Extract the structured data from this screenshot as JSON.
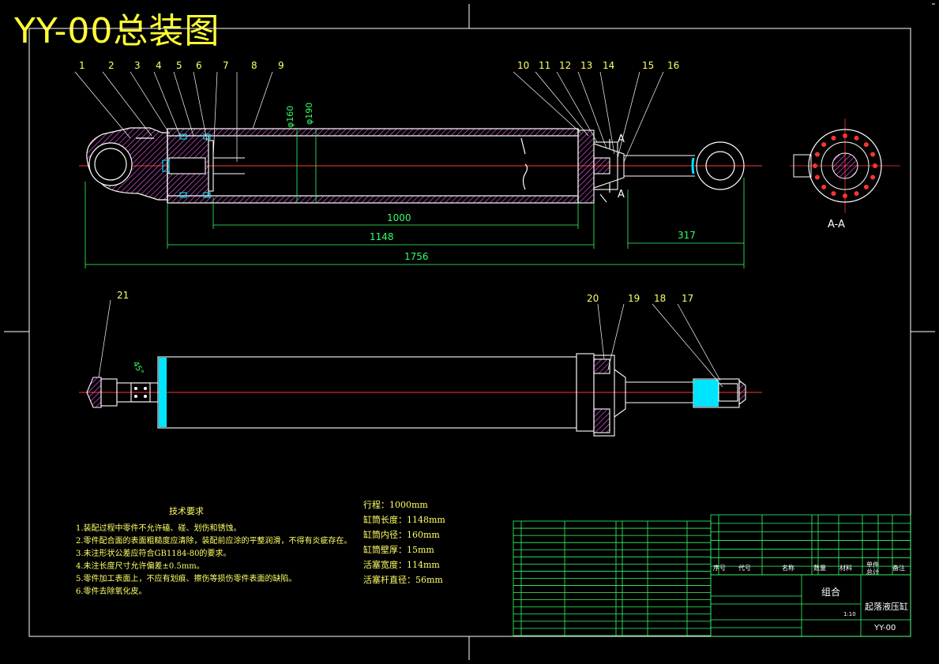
{
  "title": "YY-00总装图",
  "callouts_top": [
    "1",
    "2",
    "3",
    "4",
    "5",
    "6",
    "7",
    "8",
    "9",
    "10",
    "11",
    "12",
    "13",
    "14",
    "15",
    "16"
  ],
  "callouts_bottom": [
    "21",
    "20",
    "19",
    "18",
    "17"
  ],
  "dimensions": {
    "d_inner": "φ160",
    "d_outer": "φ190",
    "stroke": "1000",
    "barrel": "1148",
    "rod_ext": "317",
    "overall": "1756",
    "angle": "45°"
  },
  "section": {
    "marker": "A",
    "label": "A-A"
  },
  "tech_requirements": {
    "heading": "技术要求",
    "items": [
      "1.装配过程中零件不允许磕、碰、划伤和锈蚀。",
      "2.零件配合面的表面粗糙度应清除，装配前应涂的平整润滑，不得有炎疵存在。",
      "3.未注形状公差应符合GB1184-80的要求。",
      "4.未注长度尺寸允许偏差±0.5mm。",
      "5.零件加工表面上，不应有划痕、擦伤等损伤零件表面的缺陷。",
      "6.零件去除氧化皮。"
    ]
  },
  "specs": [
    "行程：1000mm",
    "缸筒长度：1148mm",
    "缸筒内径：160mm",
    "缸筒壁厚：15mm",
    "活塞宽度：114mm",
    "活塞杆直径：56mm"
  ],
  "title_block": {
    "name_label": "组合",
    "part_name": "起落液压缸",
    "drawing_no": "YY-00",
    "scale": "1:10",
    "headers": [
      "序号",
      "代号",
      "名称",
      "数量",
      "材料",
      "单件",
      "总计",
      "备注"
    ]
  },
  "colors": {
    "background": "#000000",
    "outline": "#ffffff",
    "centerline": "#ff3333",
    "dimension": "#33ff66",
    "callout": "#ffff66",
    "hatch": "#ff66ff",
    "seal": "#00e5ff",
    "title": "#ffff33"
  }
}
